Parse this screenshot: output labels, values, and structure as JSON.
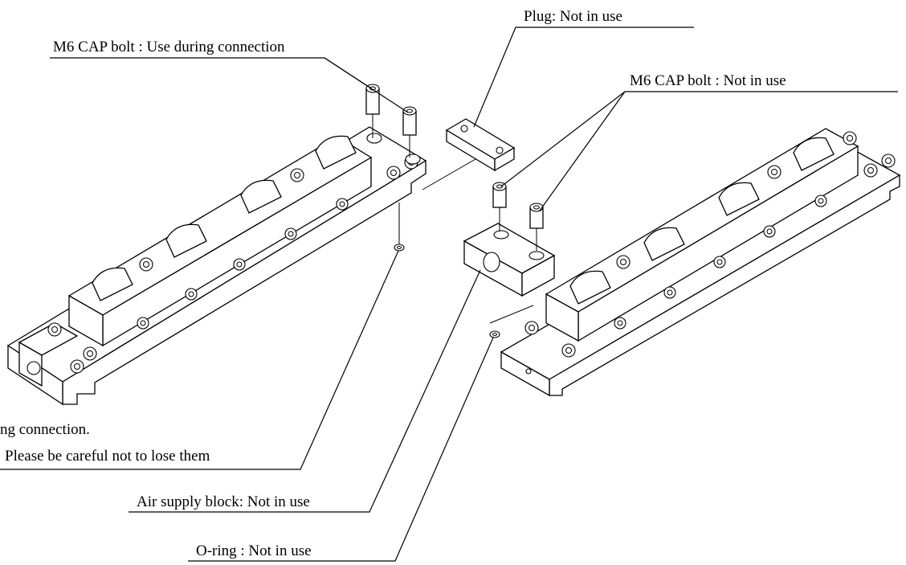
{
  "labels": {
    "plug": "Plug: Not in use",
    "cap_bolt_connection": "M6 CAP bolt : Use during connection",
    "cap_bolt_not_in_use": "M6 CAP bolt : Not in use",
    "note_line1": "ng connection.",
    "note_line2": "Please be careful not to lose them",
    "air_supply_block": "Air supply block: Not in use",
    "o_ring": "O-ring : Not in use"
  }
}
